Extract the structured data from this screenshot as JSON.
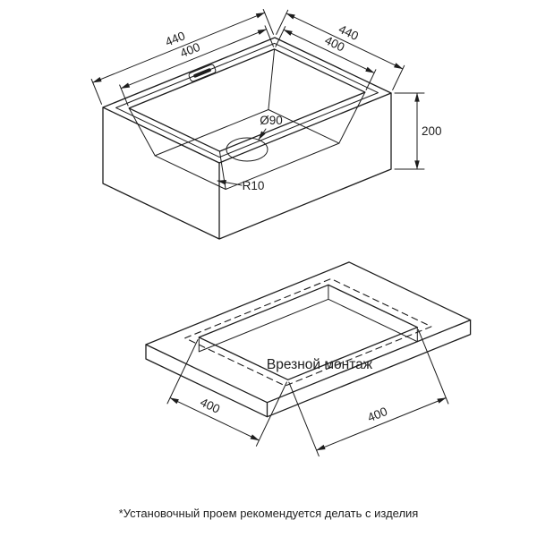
{
  "colors": {
    "ink": "#1d1d1d",
    "background": "#ffffff"
  },
  "sink_view": {
    "dim_outer_left": "440",
    "dim_inner_left": "400",
    "dim_outer_right": "440",
    "dim_inner_right": "400",
    "dim_depth": "200",
    "drain_diameter": "Ø90",
    "corner_radius": "R10"
  },
  "mount_view": {
    "title": "Врезной монтаж",
    "dim_cutout_left": "400",
    "dim_cutout_right": "400"
  },
  "footnote": "*Установочный проем рекомендуется делать с изделия"
}
